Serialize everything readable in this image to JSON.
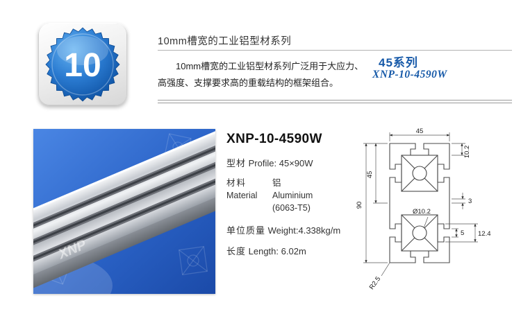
{
  "badge": {
    "number": "10"
  },
  "header": {
    "title": "10mm槽宽的工业铝型材系列",
    "desc_line1": "10mm槽宽的工业铝型材系列广泛用于大应力、",
    "desc_line2": "高强度、支撑要求高的重载结构的框架组合。",
    "series": "45系列",
    "series_model": "XNP-10-4590W"
  },
  "photo": {
    "watermark": "XNP"
  },
  "specs": {
    "model": "XNP-10-4590W",
    "profile_cn": "型材",
    "profile_en": "Profile:",
    "profile_value": "45×90W",
    "material_cn": "材料",
    "material_en": "Material",
    "material_value_cn": "铝",
    "material_value_en": "Aluminium",
    "material_grade": "(6063-T5)",
    "weight_cn": "单位质量",
    "weight_en": "Weight:",
    "weight_value": "4.338kg/m",
    "length_cn": "长度",
    "length_en": "Length:",
    "length_value": "6.02m"
  },
  "drawing": {
    "dim_width": "45",
    "dim_slot_depth": "10.2",
    "dim_rib": "3",
    "dim_height_half": "45",
    "dim_height": "90",
    "dim_slot_opening": "5",
    "dim_center_hole": "Ø10.2",
    "dim_slot_pitch": "12.4",
    "dim_corner_radius": "R2.5"
  },
  "colors": {
    "accent_blue": "#1659a8"
  }
}
